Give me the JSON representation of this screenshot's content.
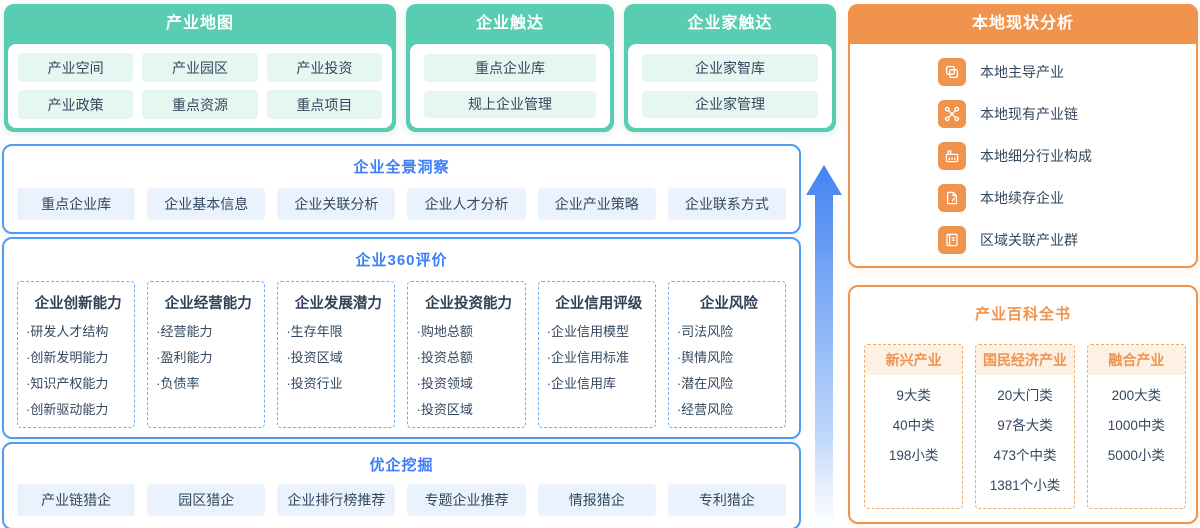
{
  "colors": {
    "teal": "#58CDB2",
    "teal_chip_bg": "#E6F6F1",
    "blue_accent": "#3D7EF7",
    "blue_border": "#4E9CF3",
    "blue_chip_bg": "#EAF3FD",
    "blue_dashed": "#6FAEF5",
    "orange": "#F0934C",
    "orange_light_bg": "#FDF0E4",
    "text": "#33475E",
    "arrow_top": "#4383F2"
  },
  "panels": {
    "industry_map": {
      "title": "产业地图",
      "items": [
        "产业空间",
        "产业园区",
        "产业投资",
        "产业政策",
        "重点资源",
        "重点项目"
      ]
    },
    "enterprise_reach": {
      "title": "企业触达",
      "items": [
        "重点企业库",
        "规上企业管理"
      ]
    },
    "entrepreneur_reach": {
      "title": "企业家触达",
      "items": [
        "企业家智库",
        "企业家管理"
      ]
    },
    "panorama": {
      "title": "企业全景洞察",
      "items": [
        "重点企业库",
        "企业基本信息",
        "企业关联分析",
        "企业人才分析",
        "企业产业策略",
        "企业联系方式"
      ]
    },
    "eval360": {
      "title": "企业360评价",
      "columns": [
        {
          "title": "企业创新能力",
          "items": [
            "·研发人才结构",
            "·创新发明能力",
            "·知识产权能力",
            "·创新驱动能力"
          ]
        },
        {
          "title": "企业经营能力",
          "items": [
            "·经营能力",
            "·盈利能力",
            "·负债率"
          ]
        },
        {
          "title": "企业发展潜力",
          "items": [
            "·生存年限",
            "·投资区域",
            "·投资行业"
          ]
        },
        {
          "title": "企业投资能力",
          "items": [
            "·购地总额",
            "·投资总额",
            "·投资领域",
            "·投资区域"
          ]
        },
        {
          "title": "企业信用评级",
          "items": [
            "·企业信用模型",
            "·企业信用标准",
            "·企业信用库"
          ]
        },
        {
          "title": "企业风险",
          "items": [
            "·司法风险",
            "·舆情风险",
            "·潜在风险",
            "·经营风险"
          ]
        }
      ]
    },
    "mining": {
      "title": "优企挖掘",
      "items": [
        "产业链猎企",
        "园区猎企",
        "企业排行榜推荐",
        "专题企业推荐",
        "情报猎企",
        "专利猎企"
      ]
    },
    "local_analysis": {
      "title": "本地现状分析",
      "rows": [
        {
          "icon": "copy-icon",
          "label": "本地主导产业"
        },
        {
          "icon": "network-icon",
          "label": "本地现有产业链"
        },
        {
          "icon": "factory-icon",
          "label": "本地细分行业构成"
        },
        {
          "icon": "document-icon",
          "label": "本地续存企业"
        },
        {
          "icon": "book-icon",
          "label": "区域关联产业群"
        }
      ]
    },
    "encyclopedia": {
      "title": "产业百科全书",
      "columns": [
        {
          "title": "新兴产业",
          "items": [
            "9大类",
            "40中类",
            "198小类"
          ]
        },
        {
          "title": "国民经济产业",
          "items": [
            "20大门类",
            "97各大类",
            "473个中类",
            "1381个小类"
          ]
        },
        {
          "title": "融合产业",
          "items": [
            "200大类",
            "1000中类",
            "5000小类"
          ]
        }
      ]
    }
  }
}
